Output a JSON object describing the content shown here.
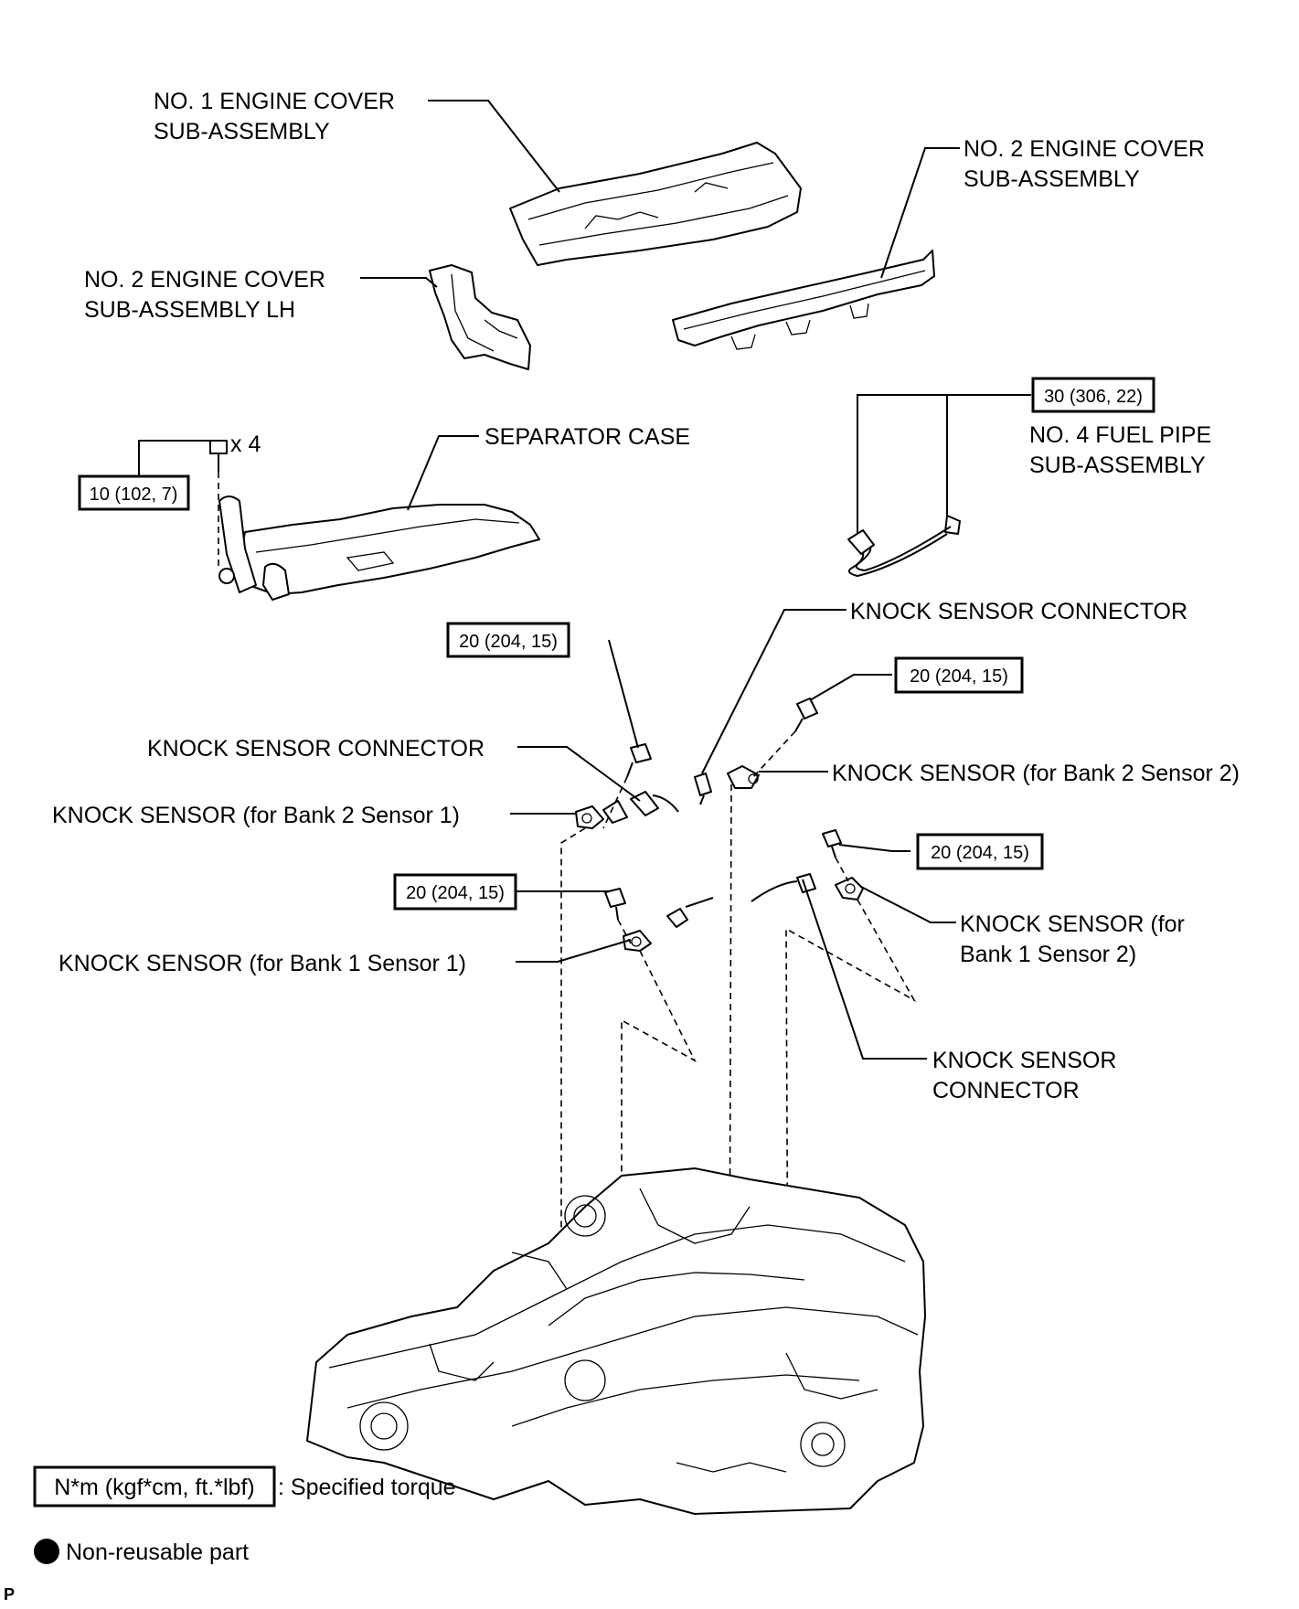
{
  "labels": {
    "no1_engine_cover": [
      "NO. 1 ENGINE COVER",
      "SUB-ASSEMBLY"
    ],
    "no2_engine_cover": [
      "NO. 2 ENGINE COVER",
      "SUB-ASSEMBLY"
    ],
    "no2_engine_cover_lh": [
      "NO. 2 ENGINE COVER",
      "SUB-ASSEMBLY LH"
    ],
    "separator_case": "SEPARATOR CASE",
    "no4_fuel_pipe": [
      "NO. 4 FUEL PIPE",
      "SUB-ASSEMBLY"
    ],
    "knock_connector_upper_right": "KNOCK SENSOR CONNECTOR",
    "knock_connector_upper_left": "KNOCK SENSOR CONNECTOR",
    "knock_bank2_s1": "KNOCK SENSOR (for Bank 2 Sensor 1)",
    "knock_bank2_s2": "KNOCK SENSOR (for Bank 2 Sensor 2)",
    "knock_bank1_s1": "KNOCK SENSOR (for Bank 1 Sensor 1)",
    "knock_bank1_s2": [
      "KNOCK SENSOR (for",
      "Bank 1 Sensor 2)"
    ],
    "knock_connector_lower": [
      "KNOCK SENSOR",
      "CONNECTOR"
    ],
    "bolt_count": "x 4"
  },
  "torques": {
    "separator_bolts": "10 (102, 7)",
    "fuel_pipe": "30 (306, 22)",
    "bank2_s1": "20 (204, 15)",
    "bank2_s2": "20 (204, 15)",
    "bank1_s1": "20 (204, 15)",
    "bank1_s2": "20 (204, 15)"
  },
  "legend": {
    "torque_unit": "N*m (kgf*cm, ft.*lbf)",
    "torque_desc": ": Specified torque",
    "non_reusable": "Non-reusable part"
  },
  "corner_mark": "P"
}
